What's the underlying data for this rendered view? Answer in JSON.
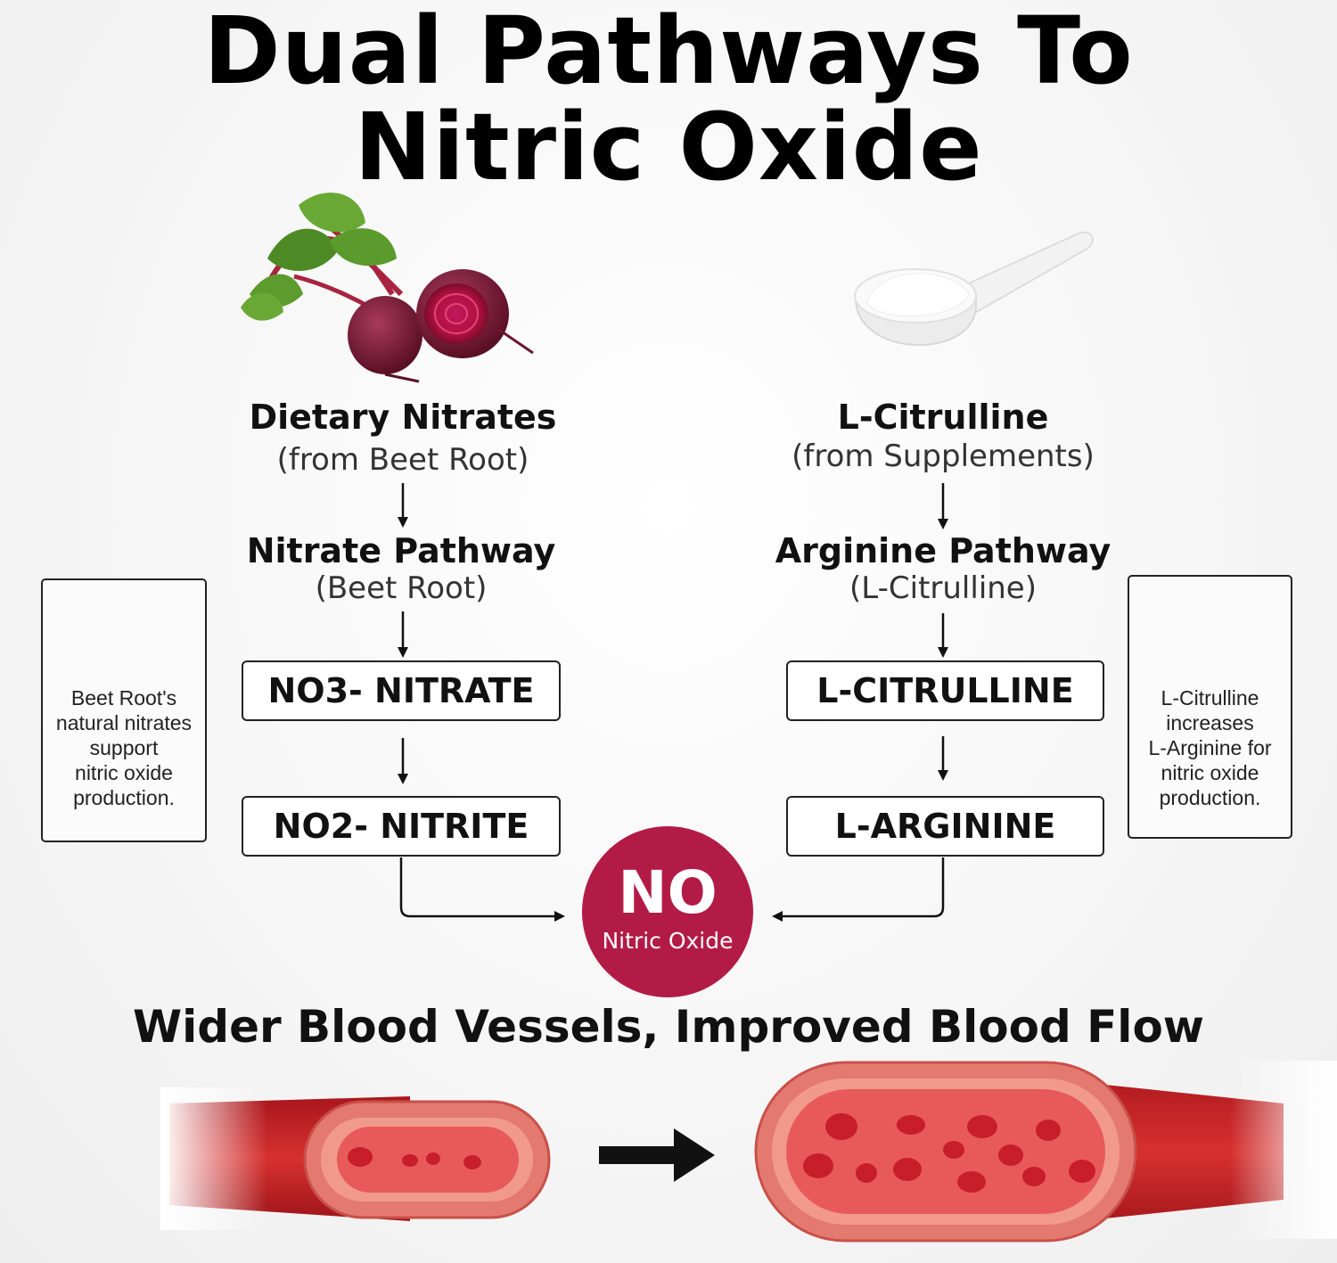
{
  "title": {
    "line1": "Dual Pathways To",
    "line2": "Nitric Oxide"
  },
  "left_pathway": {
    "source_title": "Dietary Nitrates",
    "source_sub": "(from Beet Root)",
    "pathway_title": "Nitrate Pathway",
    "pathway_sub": "(Beet Root)",
    "step1": "NO3- NITRATE",
    "step2": "NO2- NITRITE",
    "note": [
      "Beet Root's",
      "natural nitrates",
      "support",
      "nitric oxide",
      "production."
    ]
  },
  "right_pathway": {
    "source_title": "L-Citrulline",
    "source_sub": "(from Supplements)",
    "pathway_title": "Arginine Pathway",
    "pathway_sub": "(L-Citrulline)",
    "step1": "L-CITRULLINE",
    "step2": "L-ARGININE",
    "note": [
      "L-Citrulline",
      "increases",
      "L-Arginine for",
      "nitric oxide",
      "production."
    ]
  },
  "result": {
    "symbol": "NO",
    "label": "Nitric Oxide",
    "color": "#b31b47"
  },
  "tagline": "Wider Blood Vessels, Improved Blood Flow",
  "colors": {
    "vessel": "#c8262b",
    "vessel_inner": "#e8706a",
    "cell": "#d42a30",
    "arrow": "#111111"
  }
}
